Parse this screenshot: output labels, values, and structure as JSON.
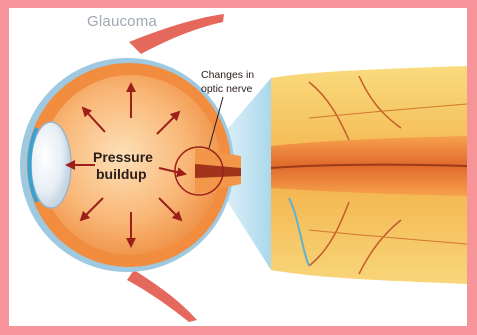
{
  "title": "Glaucoma",
  "labels": {
    "pressure_line1": "Pressure",
    "pressure_line2": "buildup",
    "nerve_line1": "Changes in",
    "nerve_line2": "optic nerve"
  },
  "colors": {
    "frame_border": "#f7949a",
    "eye_orange": "#f39a4e",
    "eye_inner": "#fbc48a",
    "nerve_yellow": "#f6c95a",
    "arrow_red": "#9c1f1a",
    "muscle": "#e4685c",
    "cone_blue": "#a9dcee"
  }
}
